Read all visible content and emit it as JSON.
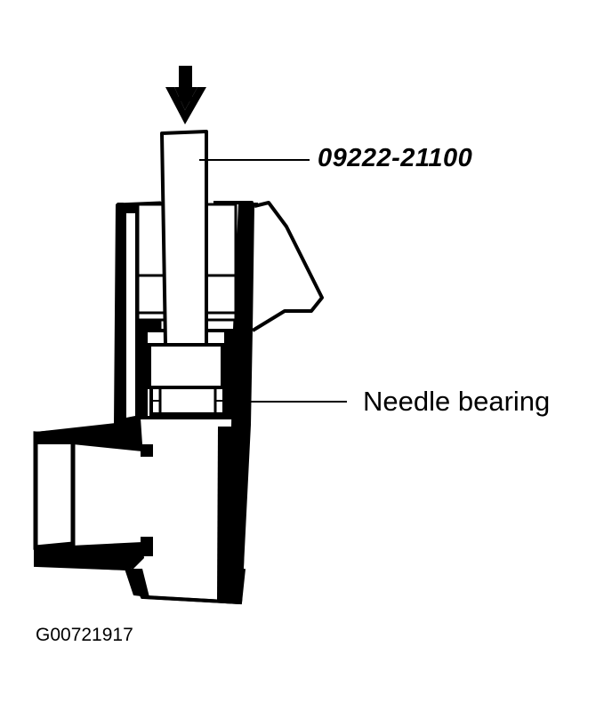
{
  "labels": {
    "tool_number": "09222-21100",
    "needle_bearing": "Needle bearing",
    "figure_id": "G00721917"
  },
  "colors": {
    "ink": "#000000",
    "paper": "#ffffff"
  },
  "icons": {
    "press_direction": "down-arrow-icon"
  }
}
